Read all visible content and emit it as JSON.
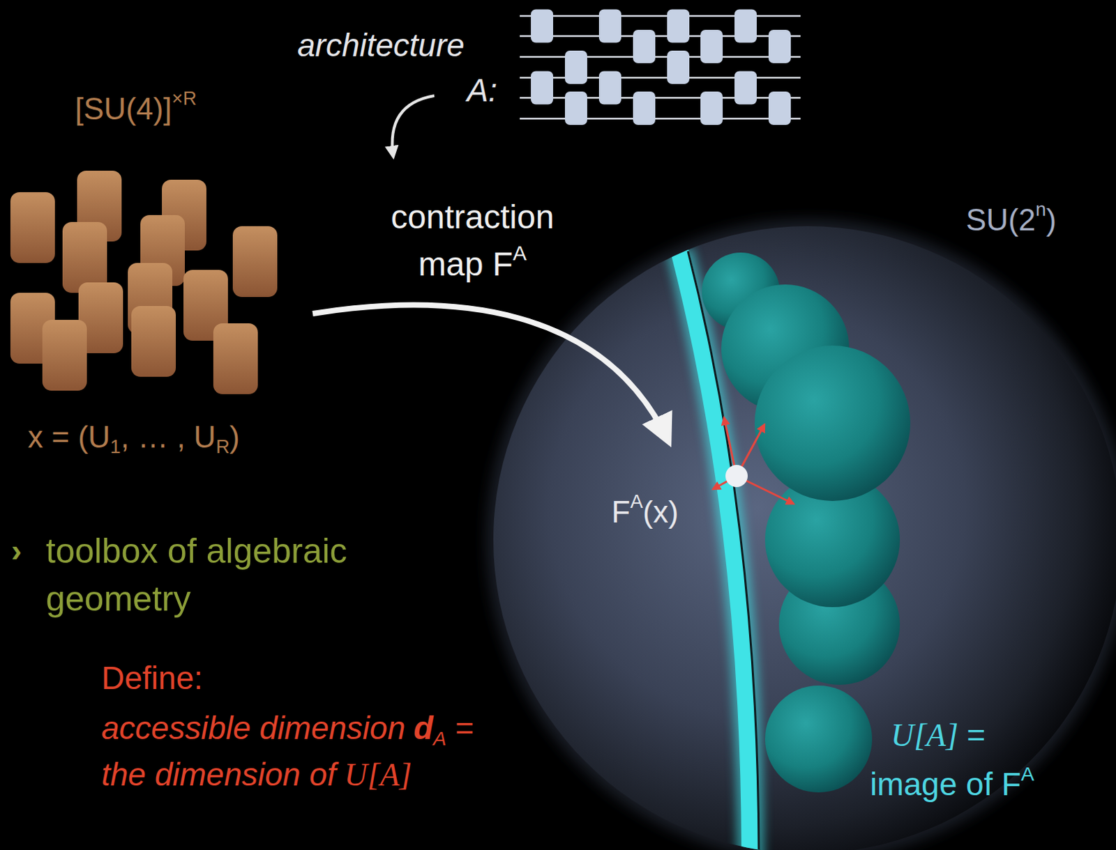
{
  "diagram": {
    "labels": [
      "architecture",
      "A:",
      "[SU(4)]",
      "×R",
      "x = (U",
      "1",
      ", … , U",
      "R",
      ")",
      "contraction",
      "map F",
      "A",
      "SU(2",
      "n",
      ")",
      "F",
      "A",
      "(x)",
      "›",
      "toolbox of algebraic geometry",
      "Define:",
      "accessible dimension",
      "d",
      "A",
      "=",
      "the dimension of",
      "U[A]",
      "U[A]",
      "=",
      "image of F",
      "A"
    ]
  }
}
